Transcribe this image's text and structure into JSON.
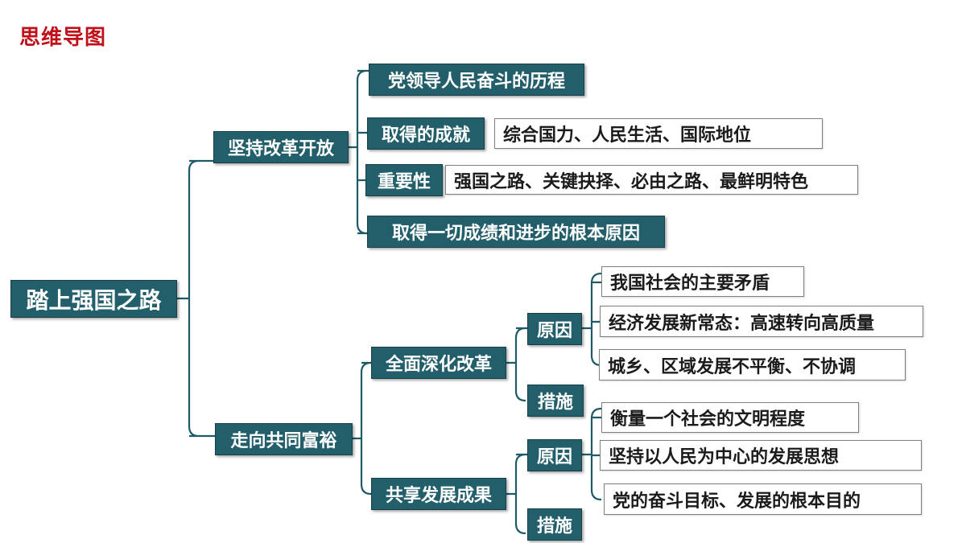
{
  "title": "思维导图",
  "root": "踏上强国之路",
  "branch1": {
    "label": "坚持改革开放",
    "items": [
      {
        "label": "党领导人民奋斗的历程"
      },
      {
        "label": "取得的成就",
        "detail": "综合国力、人民生活、国际地位"
      },
      {
        "label": "重要性",
        "detail": "强国之路、关键抉择、必由之路、最鲜明特色"
      },
      {
        "label": "取得一切成绩和进步的根本原因"
      }
    ]
  },
  "branch2": {
    "label": "走向共同富裕",
    "sub1": {
      "label": "全面深化改革",
      "reason_label": "原因",
      "measure_label": "措施",
      "reasons": [
        "我国社会的主要矛盾",
        "经济发展新常态：高速转向高质量",
        "城乡、区域发展不平衡、不协调"
      ]
    },
    "sub2": {
      "label": "共享发展成果",
      "reason_label": "原因",
      "measure_label": "措施",
      "reasons": [
        "衡量一个社会的文明程度",
        "坚持以人民为中心的发展思想",
        "党的奋斗目标、发展的根本目的"
      ]
    }
  },
  "colors": {
    "title": "#c0111b",
    "node_fill": "#235e6b",
    "connector": "#1e5b66",
    "leaf_border": "#7f7f7f"
  }
}
